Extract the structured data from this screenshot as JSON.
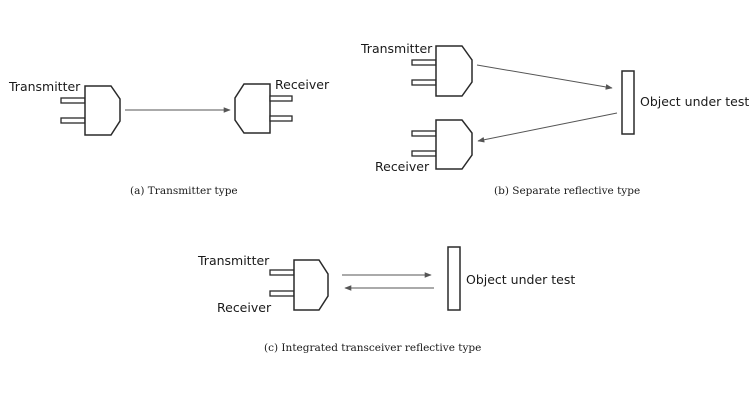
{
  "panel_a": {
    "transmitter_label": "Transmitter",
    "receiver_label": "Receiver",
    "caption": "(a) Transmitter type"
  },
  "panel_b": {
    "transmitter_label": "Transmitter",
    "receiver_label": "Receiver",
    "object_label": "Object under test",
    "caption": "(b) Separate reflective type"
  },
  "panel_c": {
    "transmitter_label": "Transmitter",
    "receiver_label": "Receiver",
    "object_label": "Object under test",
    "caption": "(c) Integrated transceiver reflective type"
  },
  "colors": {
    "line": "#2a2a2a",
    "arrow": "#555555",
    "text": "#1a1a1a"
  }
}
